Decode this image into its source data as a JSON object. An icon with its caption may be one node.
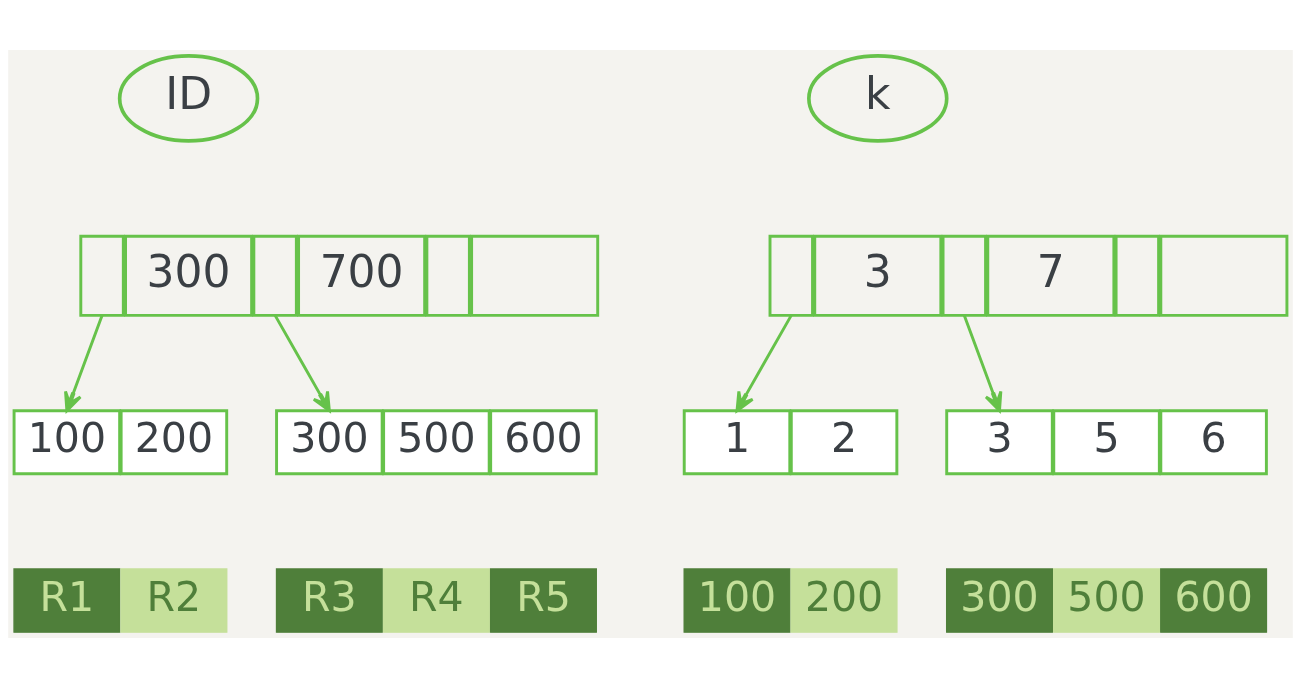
{
  "diagram": {
    "nodes": [
      {
        "text": [
          "ID"
        ]
      },
      {
        "text": [],
        "shape": "box"
      },
      {
        "text": [
          "300"
        ]
      },
      {
        "text": [],
        "shape": "box"
      },
      {
        "text": [
          "700"
        ]
      },
      {
        "text": [],
        "shape": "box"
      },
      {
        "text": [],
        "shape": "box"
      },
      {
        "text": [
          "100"
        ]
      },
      {
        "text": [
          "200"
        ]
      },
      {
        "text": [
          "R1"
        ]
      },
      {
        "text": [
          "R2"
        ]
      },
      {
        "text": [
          "300"
        ]
      },
      {
        "text": [
          "500"
        ]
      },
      {
        "text": [
          "600"
        ]
      },
      {
        "text": [
          "R3"
        ]
      },
      {
        "text": [
          "R4"
        ]
      },
      {
        "text": [
          "R5"
        ]
      },
      {
        "text": [
          "k"
        ]
      },
      {
        "text": [],
        "shape": "box"
      },
      {
        "text": [
          "3"
        ]
      },
      {
        "text": [],
        "shape": "box"
      },
      {
        "text": [
          "7"
        ]
      },
      {
        "text": [],
        "shape": "box"
      },
      {
        "text": [],
        "shape": "box"
      },
      {
        "text": [
          "1"
        ]
      },
      {
        "text": [
          "2"
        ]
      },
      {
        "text": [
          "100"
        ]
      },
      {
        "text": [
          "200"
        ]
      },
      {
        "text": [
          "3"
        ]
      },
      {
        "text": [
          "5"
        ]
      },
      {
        "text": [
          "6"
        ]
      },
      {
        "text": [
          "300"
        ]
      },
      {
        "text": [
          "500"
        ]
      },
      {
        "text": [
          "600"
        ]
      }
    ],
    "edges": [
      {
        "from": 1,
        "to": 7,
        "arrow": "to"
      },
      {
        "from": 3,
        "to": 11,
        "arrow": "to"
      },
      {
        "from": 18,
        "to": 24,
        "arrow": "to"
      },
      {
        "from": 20,
        "to": 28,
        "arrow": "to"
      }
    ]
  }
}
